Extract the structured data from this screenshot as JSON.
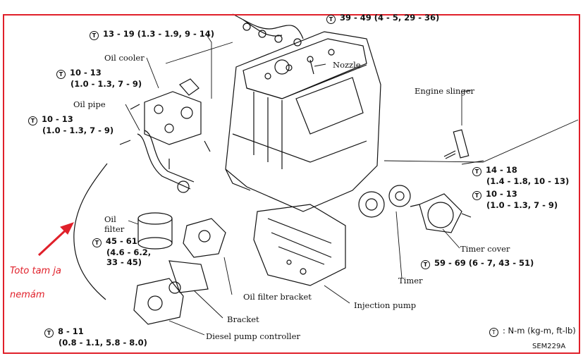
{
  "colors": {
    "frame": "#e0202a",
    "annotation": "#e0202a",
    "ink": "#111111"
  },
  "torque_symbol": "T",
  "top_torque": "39 - 49 (4 - 5, 29 - 36)",
  "labels": {
    "oil_cooler": "Oil cooler",
    "oil_pipe": "Oil pipe",
    "oil_filter_1": "Oil",
    "oil_filter_2": "filter",
    "nozzle": "Nozzle",
    "engine_slinger": "Engine slinger",
    "timer_cover": "Timer cover",
    "timer": "Timer",
    "oil_filter_bracket": "Oil filter bracket",
    "bracket": "Bracket",
    "injection_pump": "Injection pump",
    "diesel_pump_controller": "Diesel pump controller"
  },
  "torques": {
    "t1": {
      "line1": "13 - 19 (1.3 - 1.9, 9 - 14)"
    },
    "t2": {
      "line1": "10 - 13",
      "line2": "(1.0 - 1.3, 7 - 9)"
    },
    "t3": {
      "line1": "10 - 13",
      "line2": "(1.0 - 1.3, 7 - 9)"
    },
    "t4": {
      "line1": "45 - 61",
      "line2": "(4.6 - 6.2,",
      "line3": "33 - 45)"
    },
    "t5": {
      "line1": "8 - 11",
      "line2": "(0.8 - 1.1, 5.8 - 8.0)"
    },
    "t6": {
      "line1": "14 - 18",
      "line2": "(1.4 - 1.8, 10 - 13)"
    },
    "t7": {
      "line1": "10 - 13",
      "line2": "(1.0 - 1.3, 7 - 9)"
    },
    "t8": {
      "line1": "59 - 69 (6 - 7, 43 - 51)"
    }
  },
  "legend": {
    "text": ": N-m (kg-m, ft-lb)"
  },
  "figure_code": "SEM229A",
  "annotation": {
    "line1": "Toto tam ja",
    "line2": "nemám"
  }
}
